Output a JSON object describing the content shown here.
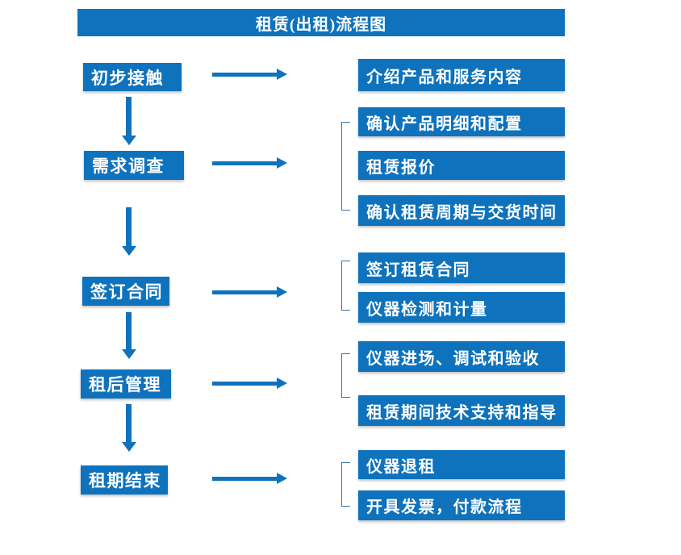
{
  "title": "租赁(出租)流程图",
  "colors": {
    "primary_blue": "#0E72BC",
    "bracket_blue": "#2E75B6",
    "text_white": "#FFFFFF",
    "background": "#FFFFFF"
  },
  "steps": [
    {
      "label": "初步接触",
      "details": [
        "介绍产品和服务内容"
      ]
    },
    {
      "label": "需求调查",
      "details": [
        "确认产品明细和配置",
        "租赁报价",
        "确认租赁周期与交货时间"
      ]
    },
    {
      "label": "签订合同",
      "details": [
        "签订租赁合同",
        "仪器检测和计量"
      ]
    },
    {
      "label": "租后管理",
      "details": [
        "仪器进场、调试和验收",
        "租赁期间技术支持和指导"
      ]
    },
    {
      "label": "租期结束",
      "details": [
        "仪器退租",
        "开具发票，付款流程"
      ]
    }
  ]
}
